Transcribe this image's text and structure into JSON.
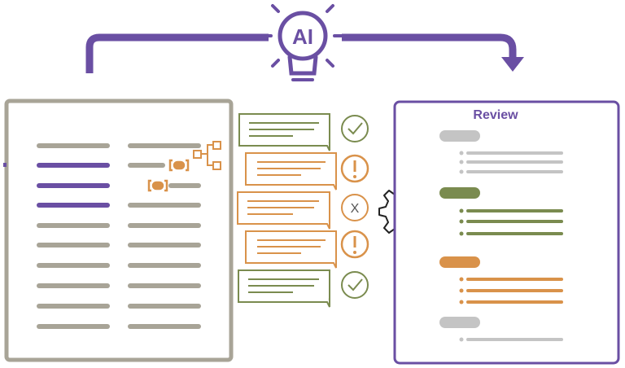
{
  "colors": {
    "purple": "#6a4fa3",
    "gray": "#a8a497",
    "gray_light": "#c4c4c4",
    "green": "#7a8b4f",
    "orange": "#d9924a",
    "dark": "#222222"
  },
  "bulb": {
    "label": "AI",
    "icon": "lightbulb-icon"
  },
  "review_panel": {
    "title": "Review"
  },
  "feedback_markers": [
    {
      "status": "ok",
      "glyph": "✓",
      "color": "green"
    },
    {
      "status": "warning",
      "glyph": "!",
      "color": "orange"
    },
    {
      "status": "reject",
      "glyph": "X",
      "color": "orange"
    },
    {
      "status": "warning",
      "glyph": "!",
      "color": "orange"
    },
    {
      "status": "ok",
      "glyph": "✓",
      "color": "green"
    }
  ],
  "processor_icon": "gear-cube-icon"
}
